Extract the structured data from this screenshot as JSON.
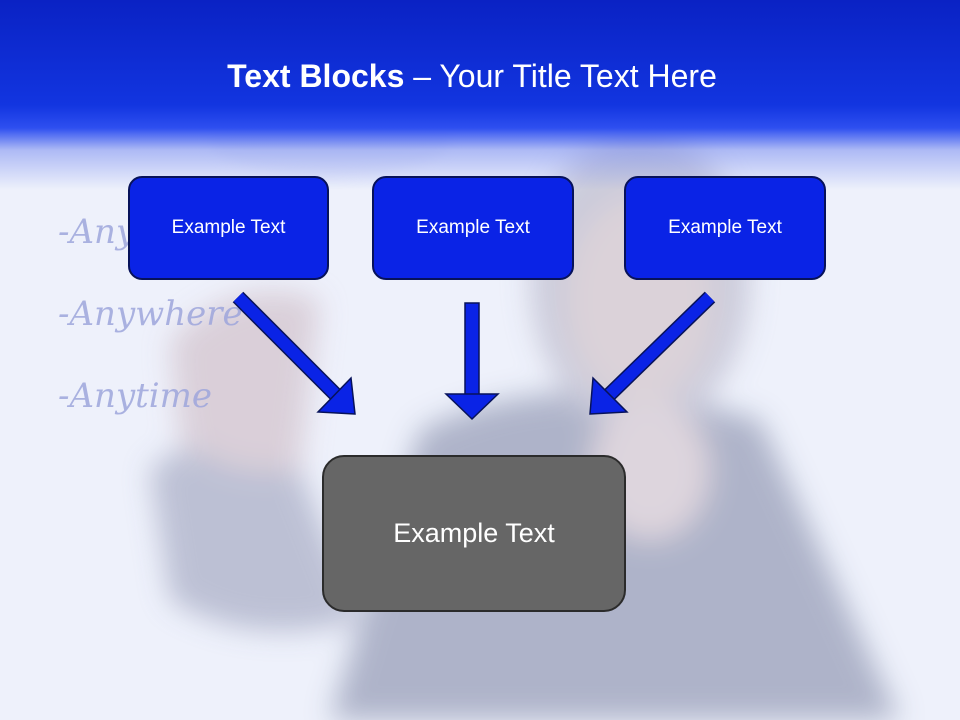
{
  "slide": {
    "title_bold": "Text Blocks",
    "title_rest": " – Your Title Text Here"
  },
  "background": {
    "handwriting": [
      "-Any",
      "-Anywhere",
      "-Anytime"
    ]
  },
  "diagram": {
    "top_boxes": [
      {
        "label": "Example Text"
      },
      {
        "label": "Example Text"
      },
      {
        "label": "Example Text"
      }
    ],
    "bottom_box": {
      "label": "Example Text"
    }
  },
  "colors": {
    "header": "#1235e0",
    "box_blue": "#0a23e6",
    "box_border": "#07125a",
    "box_gray": "#666666",
    "arrow": "#0a23e6"
  }
}
